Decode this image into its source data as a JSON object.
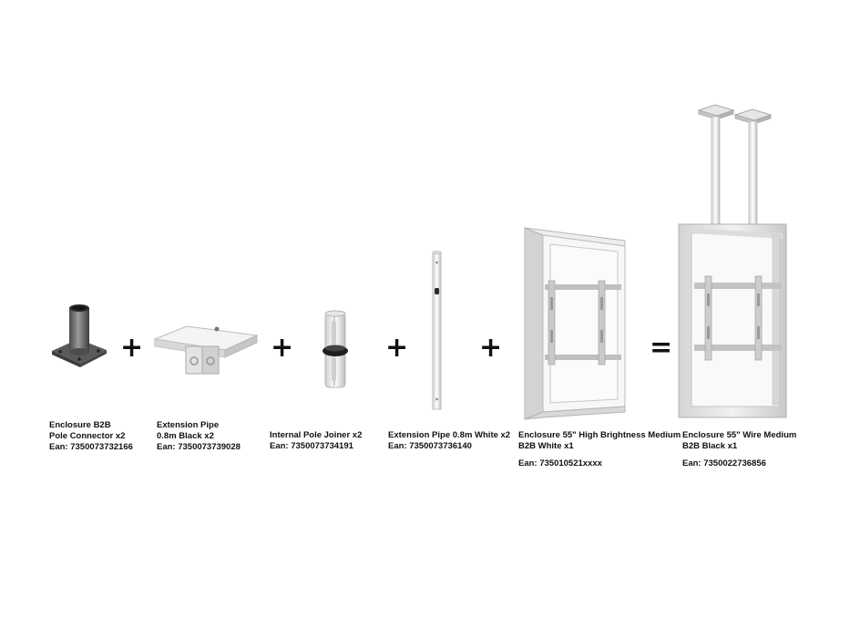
{
  "operators": {
    "plus": "+",
    "equals": "="
  },
  "items": [
    {
      "name": "pole-connector",
      "lines": [
        "Enclosure B2B",
        "Pole Connector x2",
        "Ean: 7350073732166"
      ]
    },
    {
      "name": "extension-pipe-black",
      "lines": [
        "Extension Pipe",
        "0.8m Black x2",
        "Ean: 7350073739028"
      ]
    },
    {
      "name": "internal-pole-joiner",
      "lines": [
        "Internal Pole Joiner x2",
        "Ean: 7350073734191"
      ]
    },
    {
      "name": "extension-pipe-white",
      "lines": [
        "Extension Pipe 0.8m White x2",
        "Ean: 7350073736140"
      ]
    },
    {
      "name": "enclosure-high-brightness",
      "lines": [
        "Enclosure 55\" High Brightness Medium",
        "B2B White x1",
        "Ean: 735010521xxxx"
      ]
    },
    {
      "name": "enclosure-wire-medium",
      "lines": [
        "Enclosure 55\" Wire Medium",
        "B2B Black x1",
        "Ean: 7350022736856"
      ]
    }
  ],
  "colors": {
    "metal_dark": "#6b6b6b",
    "metal_light": "#d9d9d9",
    "frame_white": "#e6e6e6"
  }
}
